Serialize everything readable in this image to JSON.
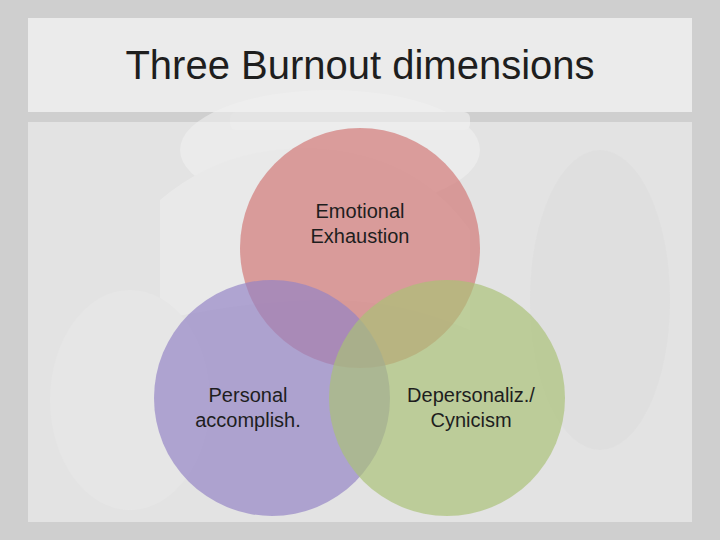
{
  "diagram": {
    "title": "Three Burnout dimensions",
    "nodes": [
      {
        "text": [
          "Emotional Exhaustion"
        ]
      },
      {
        "text": [
          "Personal accomplish."
        ]
      },
      {
        "text": [
          "Depersonaliz./ Cynicism"
        ]
      }
    ]
  }
}
